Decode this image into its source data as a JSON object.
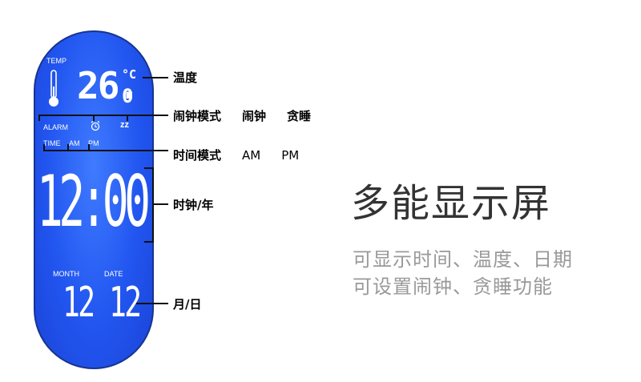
{
  "display": {
    "temp_label": "TEMP",
    "temp_value": "26.",
    "temp_decimal": "0",
    "temp_unit": "°C",
    "alarm_label": "ALARM",
    "alarm_icon": "alarm-clock-icon",
    "snooze_icon": "zz",
    "time_label": "TIME",
    "am_label": "AM",
    "pm_label": "PM",
    "clock_value": "12:00",
    "month_label": "MONTH",
    "date_label": "DATE",
    "month_value": "12",
    "date_value": "12"
  },
  "callouts": {
    "temperature": "温度",
    "alarm_mode": "闹钟模式",
    "alarm": "闹钟",
    "snooze": "贪睡",
    "time_mode": "时间模式",
    "am": "AM",
    "pm": "PM",
    "clock_year": "时钟/年",
    "month_day": "月/日"
  },
  "headline": {
    "title": "多能显示屏",
    "line1": "可显示时间、温度、日期",
    "line2": "可设置闹钟、贪睡功能"
  },
  "colors": {
    "lcd_blue": "#2256f0",
    "lcd_text": "#ffffff",
    "annotation": "#000000",
    "title": "#333333",
    "subtitle": "#999999"
  }
}
